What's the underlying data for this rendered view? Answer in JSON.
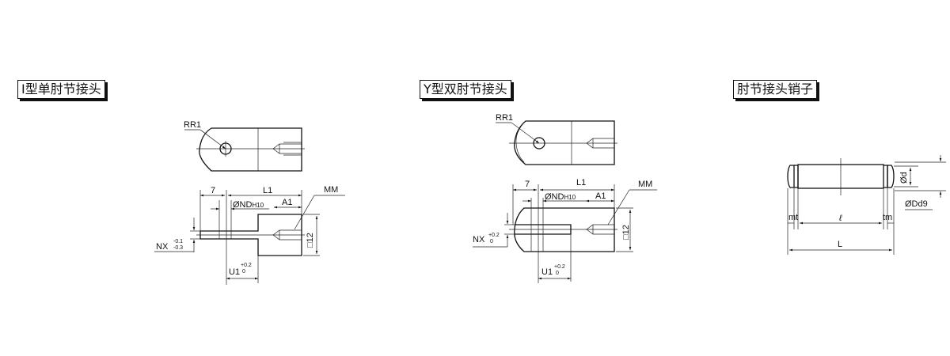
{
  "titles": {
    "i_type": "I型单肘节接头",
    "y_type": "Y型双肘节接头",
    "pin": "肘节接头销子"
  },
  "i_type": {
    "rr": "RR1",
    "seven": "7",
    "l1": "L1",
    "nd": "ØND",
    "nd_tol": "H10",
    "a1": "A1",
    "mm": "MM",
    "sq": "□12",
    "nx": "NX",
    "nx_up": "-0.1",
    "nx_lo": "-0.3",
    "u1": "U1",
    "u1_up": "+0.2",
    "u1_lo": "0"
  },
  "y_type": {
    "rr": "RR1",
    "seven": "7",
    "l1": "L1",
    "nd": "ØND",
    "nd_tol": "H10",
    "a1": "A1",
    "mm": "MM",
    "sq": "□12",
    "nx": "NX",
    "nx_up": "+0.2",
    "nx_lo": "0",
    "u1": "U1",
    "u1_up": "+0.2",
    "u1_lo": "0"
  },
  "pin": {
    "d": "Ød",
    "D": "ØDd9",
    "mt": "mt",
    "tm": "tm",
    "l": "ℓ",
    "L": "L"
  }
}
